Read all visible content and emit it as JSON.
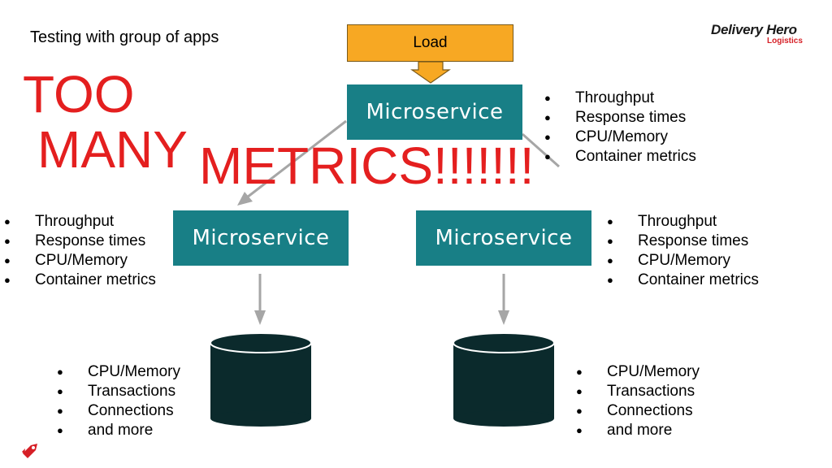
{
  "slide": {
    "subtitle": "Testing with group of apps",
    "logo": {
      "name": "Delivery Hero",
      "sub": "Logistics"
    },
    "load_label": "Load",
    "microservice_label": "Microservice",
    "overlay": {
      "line1": "TOO",
      "line2": "MANY",
      "line3": "METRICS!!!!!!!"
    },
    "service_metrics": [
      "Throughput",
      "Response times",
      "CPU/Memory",
      "Container metrics"
    ],
    "db_metrics": [
      "CPU/Memory",
      "Transactions",
      "Connections",
      "and more"
    ],
    "colors": {
      "load": "#f7a823",
      "microservice": "#187f86",
      "database": "#0b2a2c",
      "alert": "#e41f1f",
      "arrow": "#a6a6a6"
    }
  }
}
